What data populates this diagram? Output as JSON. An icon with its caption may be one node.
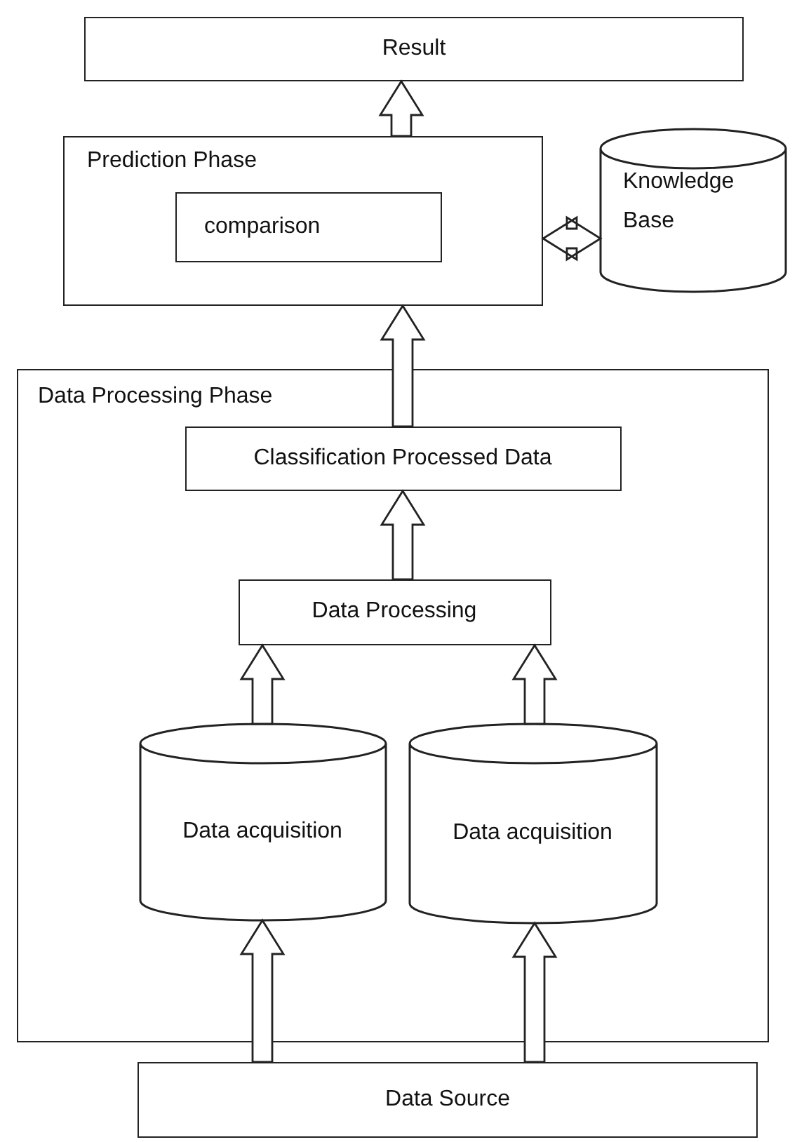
{
  "diagram": {
    "nodes": [
      {
        "text": [
          "Result"
        ]
      },
      {
        "text": [
          "Prediction Phase"
        ]
      },
      {
        "text": [
          "comparison"
        ],
        "in": 1
      },
      {
        "text": [
          "Knowledge Base"
        ]
      },
      {
        "text": [
          "Data Processing Phase"
        ]
      },
      {
        "text": [
          "Classification Processed Data"
        ],
        "in": 4
      },
      {
        "text": [
          "Data Processing"
        ],
        "in": 4
      },
      {
        "text": [
          "Data acquisition"
        ],
        "in": 4
      },
      {
        "text": [
          "Data acquisition"
        ],
        "in": 4
      },
      {
        "text": [
          "Data Source"
        ]
      }
    ],
    "edges": [
      {
        "from": 9,
        "to": 7,
        "arrow": "to"
      },
      {
        "from": 9,
        "to": 8,
        "arrow": "to"
      },
      {
        "from": 7,
        "to": 6,
        "arrow": "to"
      },
      {
        "from": 8,
        "to": 6,
        "arrow": "to"
      },
      {
        "from": 6,
        "to": 5,
        "arrow": "to"
      },
      {
        "from": 5,
        "to": 1,
        "arrow": "to"
      },
      {
        "from": 1,
        "to": 0,
        "arrow": "to"
      },
      {
        "from": 1,
        "to": 3,
        "arrow": "both"
      }
    ]
  }
}
